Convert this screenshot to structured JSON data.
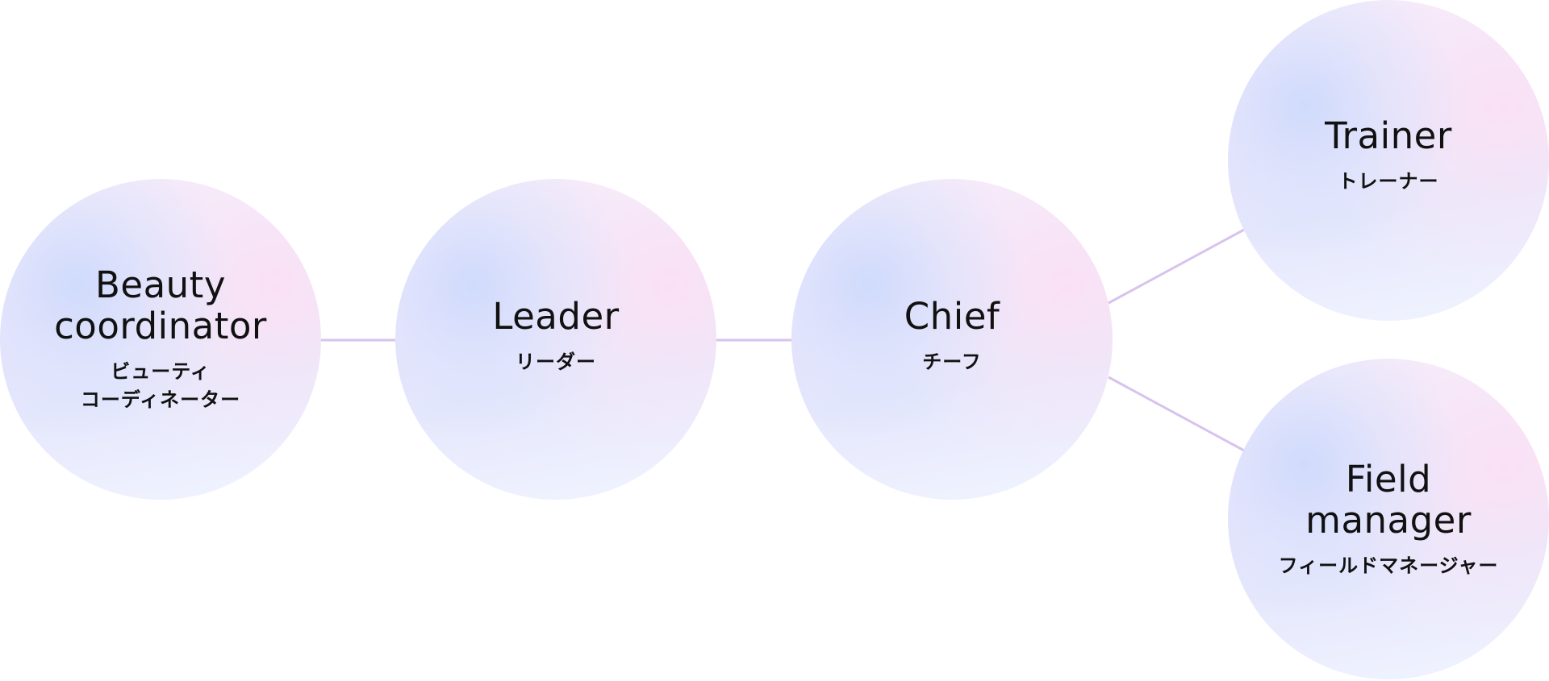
{
  "diagram": {
    "connector_color": "#d7c3ee",
    "nodes": [
      {
        "title": "Beauty\ncoordinator",
        "subtitle": "ビューティ\nコーディネーター"
      },
      {
        "title": "Leader",
        "subtitle": "リーダー"
      },
      {
        "title": "Chief",
        "subtitle": "チーフ"
      },
      {
        "title": "Trainer",
        "subtitle": "トレーナー"
      },
      {
        "title": "Field\nmanager",
        "subtitle": "フィールドマネージャー"
      }
    ]
  }
}
